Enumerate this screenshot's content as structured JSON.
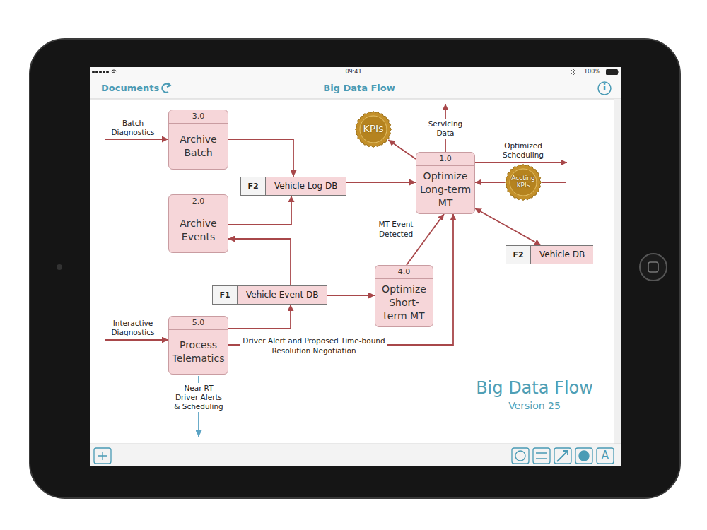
{
  "diagram": {
    "title": "Big Data Flow",
    "caption": "Version 25",
    "nodes": [
      {
        "text": [
          "3.0",
          "Archive Batch"
        ]
      },
      {
        "text": [
          "2.0",
          "Archive Events"
        ]
      },
      {
        "text": [
          "F2",
          "Vehicle Log DB"
        ]
      },
      {
        "text": [
          "1.0",
          "Optimize Long-term MT"
        ]
      },
      {
        "text": [
          "KPIs"
        ]
      },
      {
        "text": [
          "Accting KPIs"
        ]
      },
      {
        "text": [
          "F2",
          "Vehicle DB"
        ]
      },
      {
        "text": [
          "F1",
          "Vehicle Event DB"
        ]
      },
      {
        "text": [
          "4.0",
          "Optimize Short-term MT"
        ]
      },
      {
        "text": [
          "5.0",
          "Process Telematics"
        ]
      }
    ],
    "edges": [
      {
        "from": 0,
        "to": 2,
        "arrow": "to"
      },
      {
        "from": 1,
        "to": 2,
        "arrow": "to"
      },
      {
        "from": 2,
        "to": 3,
        "arrow": "to"
      },
      {
        "from": 3,
        "to": 4,
        "arrow": "to"
      },
      {
        "from": 5,
        "to": 3,
        "arrow": "to"
      },
      {
        "from": 3,
        "to": 6,
        "arrow": "both"
      },
      {
        "from": 7,
        "to": 1,
        "arrow": "to"
      },
      {
        "from": 7,
        "to": 8,
        "arrow": "to"
      },
      {
        "from": 8,
        "to": 3,
        "label": "MT Event Detected",
        "arrow": "to"
      },
      {
        "from": 9,
        "to": 7,
        "arrow": "to"
      },
      {
        "from": 9,
        "to": 3,
        "label": "Driver Alert and Proposed Time-bound Resolution Negotiation",
        "arrow": "to"
      }
    ],
    "labels": [
      "09:41",
      "100%",
      "Documents",
      "Big Data Flow",
      "i",
      "Batch Diagnostics",
      "Servicing Data",
      "Optimized Scheduling",
      "Interactive Diagnostics",
      "Near-RT Driver Alerts & Scheduling",
      "A"
    ]
  }
}
